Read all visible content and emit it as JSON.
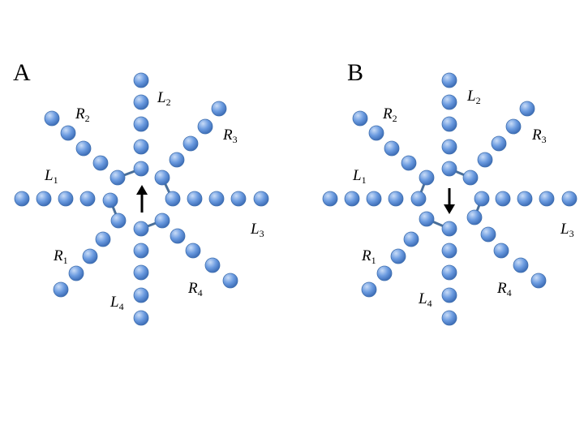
{
  "colors": {
    "bead": "#5b8fd6",
    "bead_highlight": "#c9dcf7",
    "bead_stroke": "#3f6fae",
    "bond": "#4a6f99",
    "arrow": "#000000"
  },
  "panels": [
    {
      "letter": "A",
      "spin": "up",
      "labels": [
        {
          "main": "L",
          "sub": "1"
        },
        {
          "main": "L",
          "sub": "2"
        },
        {
          "main": "L",
          "sub": "3"
        },
        {
          "main": "L",
          "sub": "4"
        },
        {
          "main": "R",
          "sub": "1"
        },
        {
          "main": "R",
          "sub": "2"
        },
        {
          "main": "R",
          "sub": "3"
        },
        {
          "main": "R",
          "sub": "4"
        }
      ]
    },
    {
      "letter": "B",
      "spin": "down",
      "labels": [
        {
          "main": "L",
          "sub": "1"
        },
        {
          "main": "L",
          "sub": "2"
        },
        {
          "main": "L",
          "sub": "3"
        },
        {
          "main": "L",
          "sub": "4"
        },
        {
          "main": "R",
          "sub": "1"
        },
        {
          "main": "R",
          "sub": "2"
        },
        {
          "main": "R",
          "sub": "3"
        },
        {
          "main": "R",
          "sub": "4"
        }
      ]
    }
  ]
}
